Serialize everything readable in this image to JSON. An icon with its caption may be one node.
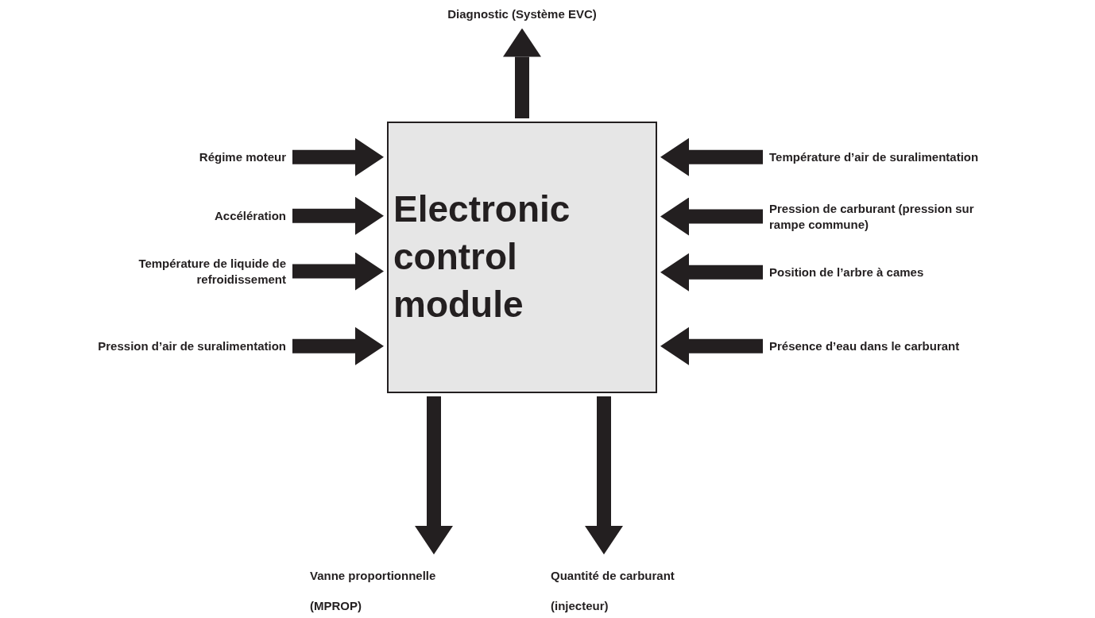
{
  "diagram": {
    "nodes": [
      {
        "text": [
          "Electronic control module"
        ]
      },
      {
        "text": [
          "Diagnostic (Système EVC)"
        ]
      },
      {
        "text": [
          "Régime moteur"
        ]
      },
      {
        "text": [
          "Accélération"
        ]
      },
      {
        "text": [
          "Température de liquide de refroidissement"
        ]
      },
      {
        "text": [
          "Pression d’air de suralimentation"
        ]
      },
      {
        "text": [
          "Température d’air de suralimentation"
        ]
      },
      {
        "text": [
          "Pression de carburant (pression sur rampe commune)"
        ]
      },
      {
        "text": [
          "Position de l’arbre à cames"
        ]
      },
      {
        "text": [
          "Présence d’eau dans le carburant"
        ]
      },
      {
        "text": [
          "Vanne proportionnelle (MPROP)"
        ]
      },
      {
        "text": [
          "Quantité de carburant (injecteur)"
        ]
      }
    ],
    "edges": [
      {
        "from": 0,
        "to": 1,
        "arrow": "to"
      },
      {
        "from": 2,
        "to": 0,
        "arrow": "to"
      },
      {
        "from": 3,
        "to": 0,
        "arrow": "to"
      },
      {
        "from": 4,
        "to": 0,
        "arrow": "to"
      },
      {
        "from": 5,
        "to": 0,
        "arrow": "to"
      },
      {
        "from": 6,
        "to": 0,
        "arrow": "to"
      },
      {
        "from": 7,
        "to": 0,
        "arrow": "to"
      },
      {
        "from": 8,
        "to": 0,
        "arrow": "to"
      },
      {
        "from": 9,
        "to": 0,
        "arrow": "to"
      },
      {
        "from": 0,
        "to": 10,
        "arrow": "to"
      },
      {
        "from": 0,
        "to": 11,
        "arrow": "to"
      }
    ]
  }
}
